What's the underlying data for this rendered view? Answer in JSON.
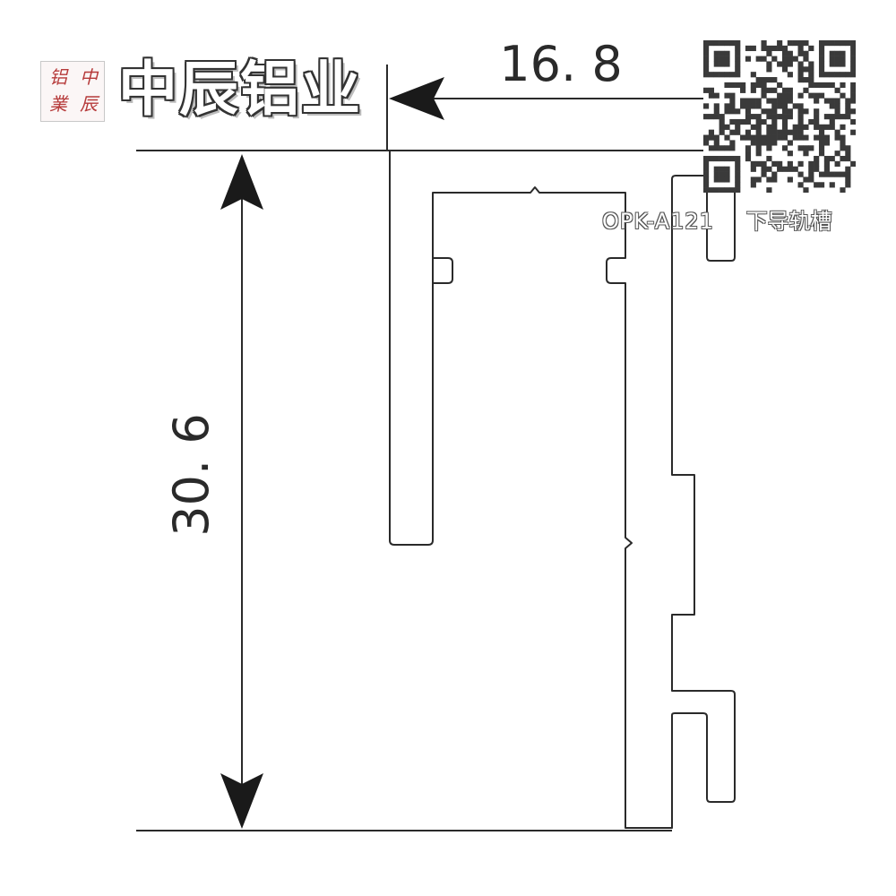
{
  "brand": {
    "seal_chars": [
      "中",
      "辰",
      "铝",
      "業"
    ],
    "name": "中辰铝业"
  },
  "dimensions": {
    "width_label": "16. 8",
    "height_label": "30. 6"
  },
  "part": {
    "code": "OPK-A121",
    "name": "下导轨槽"
  },
  "colors": {
    "line": "#2a2a2a",
    "seal_red": "#b63a3a",
    "text_dark": "#333333"
  },
  "icons": {
    "qr": "qr-code-icon"
  }
}
